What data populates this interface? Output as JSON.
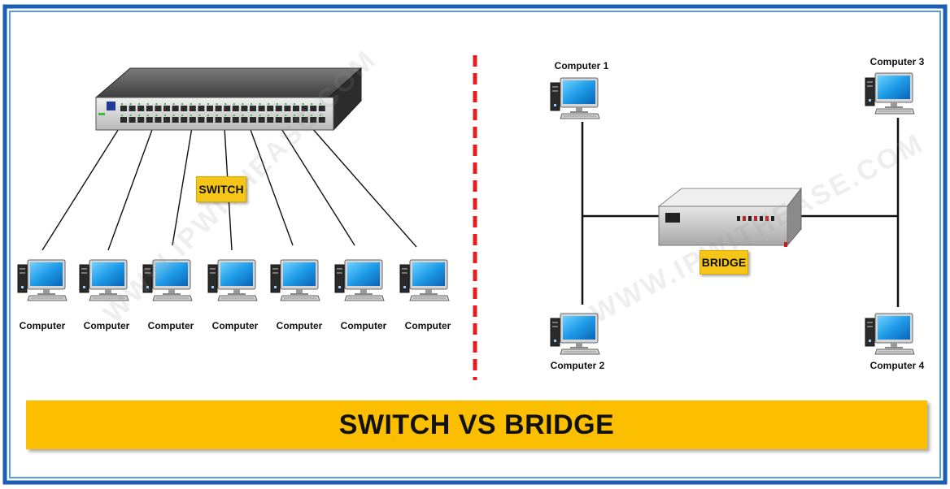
{
  "title": "SWITCH VS BRIDGE",
  "watermark": "WWW.IPWITHEASE.COM",
  "switch_side": {
    "device_label": "SWITCH",
    "computers": [
      "Computer",
      "Computer",
      "Computer",
      "Computer",
      "Computer",
      "Computer",
      "Computer"
    ]
  },
  "bridge_side": {
    "device_label": "BRIDGE",
    "computers": [
      "Computer 1",
      "Computer 2",
      "Computer 3",
      "Computer 4"
    ]
  },
  "colors": {
    "frame_outer": "#1a5fb4",
    "frame_inner": "#2f7fd6",
    "divider": "#e41e1e",
    "banner": "#fbbf00",
    "tag": "#f5c518"
  }
}
